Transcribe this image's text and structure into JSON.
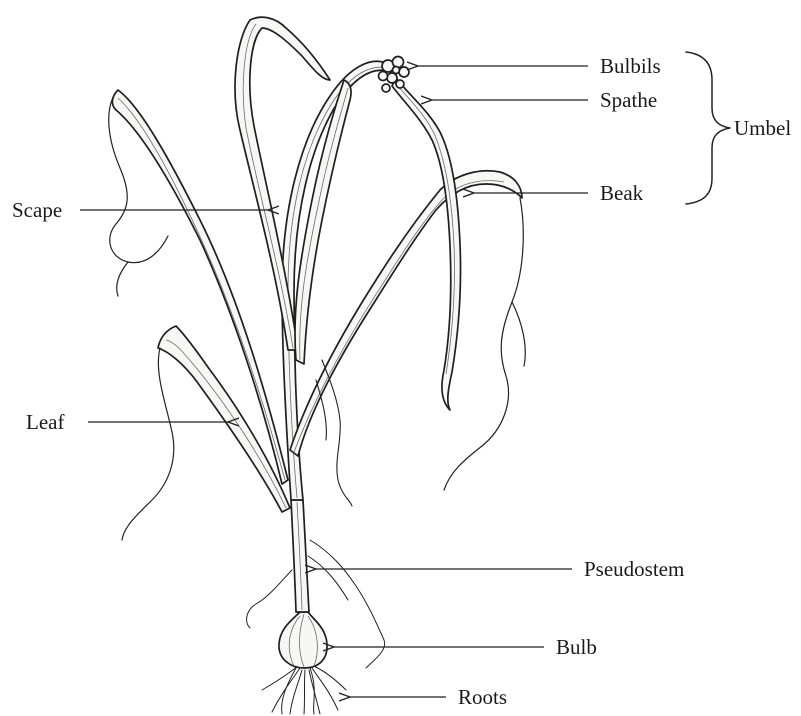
{
  "labels": {
    "bulbils": "Bulbils",
    "spathe": "Spathe",
    "umbel": "Umbel",
    "scape": "Scape",
    "beak": "Beak",
    "leaf": "Leaf",
    "pseudostem": "Pseudostem",
    "bulb": "Bulb",
    "roots": "Roots"
  }
}
